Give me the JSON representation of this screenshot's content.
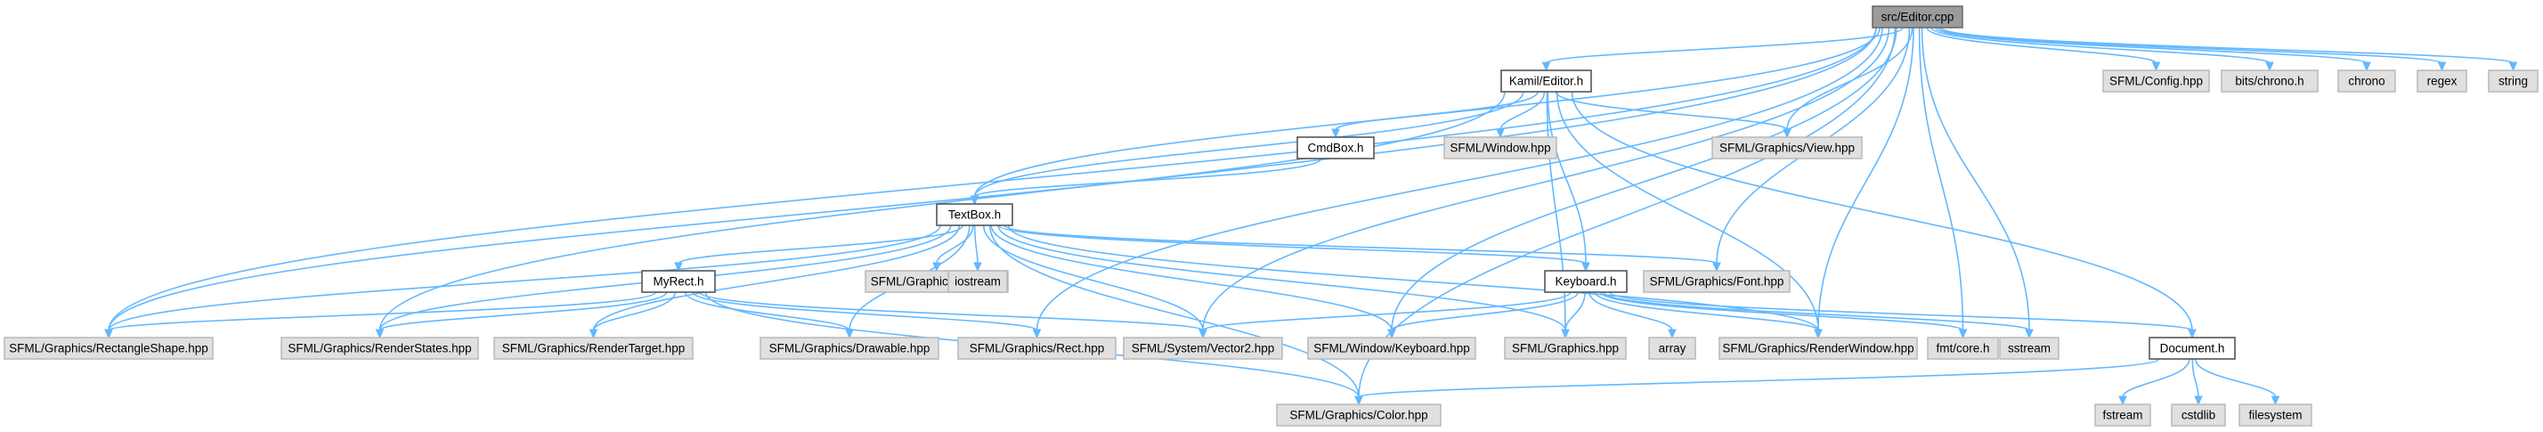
{
  "colors": {
    "edge": "#63b8ff",
    "root_fill": "#9b9b9b",
    "local_fill": "#ffffff",
    "system_fill": "#e0e0e0"
  },
  "nodes": [
    {
      "id": "editor_cpp",
      "label": "src/Editor.cpp",
      "kind": "root"
    },
    {
      "id": "editor_h",
      "label": "Kamil/Editor.h",
      "kind": "local"
    },
    {
      "id": "config",
      "label": "SFML/Config.hpp",
      "kind": "system"
    },
    {
      "id": "bits_chrono",
      "label": "bits/chrono.h",
      "kind": "system"
    },
    {
      "id": "chrono",
      "label": "chrono",
      "kind": "system"
    },
    {
      "id": "regex",
      "label": "regex",
      "kind": "system"
    },
    {
      "id": "string",
      "label": "string",
      "kind": "system"
    },
    {
      "id": "cmdbox",
      "label": "CmdBox.h",
      "kind": "local"
    },
    {
      "id": "sfml_window",
      "label": "SFML/Window.hpp",
      "kind": "system"
    },
    {
      "id": "view",
      "label": "SFML/Graphics/View.hpp",
      "kind": "system"
    },
    {
      "id": "textbox",
      "label": "TextBox.h",
      "kind": "local"
    },
    {
      "id": "text",
      "label": "SFML/Graphics/Text.hpp",
      "kind": "system"
    },
    {
      "id": "iostream",
      "label": "iostream",
      "kind": "system"
    },
    {
      "id": "keyboard_h",
      "label": "Keyboard.h",
      "kind": "local"
    },
    {
      "id": "font",
      "label": "SFML/Graphics/Font.hpp",
      "kind": "system"
    },
    {
      "id": "myrect",
      "label": "MyRect.h",
      "kind": "local"
    },
    {
      "id": "rectshape",
      "label": "SFML/Graphics/RectangleShape.hpp",
      "kind": "system"
    },
    {
      "id": "renderstates",
      "label": "SFML/Graphics/RenderStates.hpp",
      "kind": "system"
    },
    {
      "id": "rendertarget",
      "label": "SFML/Graphics/RenderTarget.hpp",
      "kind": "system"
    },
    {
      "id": "drawable",
      "label": "SFML/Graphics/Drawable.hpp",
      "kind": "system"
    },
    {
      "id": "rect",
      "label": "SFML/Graphics/Rect.hpp",
      "kind": "system"
    },
    {
      "id": "vector2",
      "label": "SFML/System/Vector2.hpp",
      "kind": "system"
    },
    {
      "id": "win_keyboard",
      "label": "SFML/Window/Keyboard.hpp",
      "kind": "system"
    },
    {
      "id": "graphics",
      "label": "SFML/Graphics.hpp",
      "kind": "system"
    },
    {
      "id": "array",
      "label": "array",
      "kind": "system"
    },
    {
      "id": "renderwindow",
      "label": "SFML/Graphics/RenderWindow.hpp",
      "kind": "system"
    },
    {
      "id": "fmt_core",
      "label": "fmt/core.h",
      "kind": "system"
    },
    {
      "id": "sstream",
      "label": "sstream",
      "kind": "system"
    },
    {
      "id": "document_h",
      "label": "Document.h",
      "kind": "local"
    },
    {
      "id": "color",
      "label": "SFML/Graphics/Color.hpp",
      "kind": "system"
    },
    {
      "id": "fstream",
      "label": "fstream",
      "kind": "system"
    },
    {
      "id": "cstdlib",
      "label": "cstdlib",
      "kind": "system"
    },
    {
      "id": "filesystem",
      "label": "filesystem",
      "kind": "system"
    }
  ],
  "edges": [
    [
      "editor_cpp",
      "editor_h"
    ],
    [
      "editor_cpp",
      "config"
    ],
    [
      "editor_cpp",
      "bits_chrono"
    ],
    [
      "editor_cpp",
      "chrono"
    ],
    [
      "editor_cpp",
      "regex"
    ],
    [
      "editor_cpp",
      "string"
    ],
    [
      "editor_cpp",
      "view"
    ],
    [
      "editor_cpp",
      "textbox"
    ],
    [
      "editor_cpp",
      "font"
    ],
    [
      "editor_cpp",
      "rectshape"
    ],
    [
      "editor_cpp",
      "renderstates"
    ],
    [
      "editor_cpp",
      "rect"
    ],
    [
      "editor_cpp",
      "vector2"
    ],
    [
      "editor_cpp",
      "win_keyboard"
    ],
    [
      "editor_cpp",
      "renderwindow"
    ],
    [
      "editor_cpp",
      "fmt_core"
    ],
    [
      "editor_cpp",
      "sstream"
    ],
    [
      "editor_cpp",
      "color"
    ],
    [
      "editor_h",
      "cmdbox"
    ],
    [
      "editor_h",
      "sfml_window"
    ],
    [
      "editor_h",
      "view"
    ],
    [
      "editor_h",
      "textbox"
    ],
    [
      "editor_h",
      "keyboard_h"
    ],
    [
      "editor_h",
      "rectshape"
    ],
    [
      "editor_h",
      "graphics"
    ],
    [
      "editor_h",
      "renderwindow"
    ],
    [
      "editor_h",
      "document_h"
    ],
    [
      "cmdbox",
      "textbox"
    ],
    [
      "textbox",
      "text"
    ],
    [
      "textbox",
      "iostream"
    ],
    [
      "textbox",
      "keyboard_h"
    ],
    [
      "textbox",
      "font"
    ],
    [
      "textbox",
      "myrect"
    ],
    [
      "textbox",
      "rectshape"
    ],
    [
      "textbox",
      "renderstates"
    ],
    [
      "textbox",
      "rendertarget"
    ],
    [
      "textbox",
      "drawable"
    ],
    [
      "textbox",
      "vector2"
    ],
    [
      "textbox",
      "win_keyboard"
    ],
    [
      "textbox",
      "graphics"
    ],
    [
      "textbox",
      "renderwindow"
    ],
    [
      "textbox",
      "color"
    ],
    [
      "myrect",
      "rectshape"
    ],
    [
      "myrect",
      "renderstates"
    ],
    [
      "myrect",
      "rendertarget"
    ],
    [
      "myrect",
      "drawable"
    ],
    [
      "myrect",
      "rect"
    ],
    [
      "myrect",
      "vector2"
    ],
    [
      "myrect",
      "color"
    ],
    [
      "keyboard_h",
      "vector2"
    ],
    [
      "keyboard_h",
      "win_keyboard"
    ],
    [
      "keyboard_h",
      "graphics"
    ],
    [
      "keyboard_h",
      "array"
    ],
    [
      "keyboard_h",
      "renderwindow"
    ],
    [
      "keyboard_h",
      "fmt_core"
    ],
    [
      "keyboard_h",
      "sstream"
    ],
    [
      "keyboard_h",
      "document_h"
    ],
    [
      "document_h",
      "color"
    ],
    [
      "document_h",
      "fstream"
    ],
    [
      "document_h",
      "cstdlib"
    ],
    [
      "document_h",
      "filesystem"
    ]
  ]
}
